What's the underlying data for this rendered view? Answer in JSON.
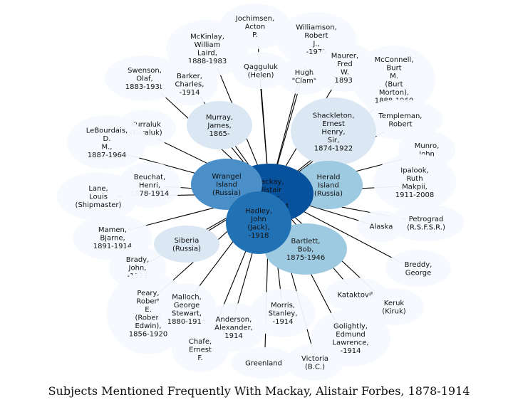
{
  "caption": "Subjects Mentioned Frequently With Mackay, Alistair Forbes, 1878-1914",
  "colors": {
    "pale": "#f5f9fe",
    "light": "#dbe8f4",
    "mid": "#9ecae1",
    "strong": "#4a8fc8",
    "deep": "#2171b5",
    "center": "#08519c",
    "edge": "#000000"
  },
  "center": {
    "id": "mackay",
    "label": [
      "Mackay,",
      "Alistair",
      "Forbes,",
      "1878-1914"
    ]
  },
  "nodes": [
    {
      "id": "jochimsen",
      "tone": "pale",
      "label": [
        "Jochimsen,",
        "Acton",
        "P."
      ]
    },
    {
      "id": "williamson",
      "tone": "pale",
      "label": [
        "Williamson,",
        "Robert",
        "J.,",
        "-1975"
      ]
    },
    {
      "id": "mckinlay",
      "tone": "pale",
      "label": [
        "McKinlay,",
        "William",
        "Laird,",
        "1888-1983"
      ]
    },
    {
      "id": "qagguluk",
      "tone": "pale",
      "label": [
        "Qagguluk",
        "(Helen)"
      ]
    },
    {
      "id": "hugh",
      "tone": "pale",
      "label": [
        "Hugh",
        "\"Clam\""
      ]
    },
    {
      "id": "maurer",
      "tone": "pale",
      "label": [
        "Maurer,",
        "Fred",
        "W.",
        "1893-"
      ]
    },
    {
      "id": "mcconnell",
      "tone": "pale",
      "label": [
        "McConnell,",
        "Burt",
        "M.",
        "(Burt",
        "Morton),",
        "1888-1960"
      ]
    },
    {
      "id": "swenson",
      "tone": "pale",
      "label": [
        "Swenson,",
        "Olaf,",
        "1883-1938"
      ]
    },
    {
      "id": "barker",
      "tone": "pale",
      "label": [
        "Barker,",
        "Charles,",
        "-1914"
      ]
    },
    {
      "id": "murray",
      "tone": "light",
      "label": [
        "Murray,",
        "James,",
        "1865-"
      ]
    },
    {
      "id": "shackleton",
      "tone": "light",
      "label": [
        "Shackleton,",
        "Ernest",
        "Henry,",
        "Sir,",
        "1874-1922"
      ]
    },
    {
      "id": "templeman",
      "tone": "pale",
      "label": [
        "Templeman,",
        "Robert"
      ]
    },
    {
      "id": "kurraluk",
      "tone": "pale",
      "label": [
        "Kurraluk",
        "(Kuraluk)"
      ]
    },
    {
      "id": "lebourdais",
      "tone": "pale",
      "label": [
        "LeBourdais,",
        "D.",
        "M.,",
        "1887-1964"
      ]
    },
    {
      "id": "munro",
      "tone": "pale",
      "label": [
        "Munro,",
        "John"
      ]
    },
    {
      "id": "wrangel",
      "tone": "strong",
      "label": [
        "Wrangel",
        "Island",
        "(Russia)"
      ]
    },
    {
      "id": "herald",
      "tone": "mid",
      "label": [
        "Herald",
        "Island",
        "(Russia)"
      ]
    },
    {
      "id": "beuchat",
      "tone": "pale",
      "label": [
        "Beuchat,",
        "Henri,",
        "1878-1914"
      ]
    },
    {
      "id": "ipalook",
      "tone": "pale",
      "label": [
        "Ipalook,",
        "Ruth",
        "Makpii,",
        "1911-2008"
      ]
    },
    {
      "id": "lane",
      "tone": "pale",
      "label": [
        "Lane,",
        "Louis",
        "(Shipmaster)"
      ]
    },
    {
      "id": "hadley",
      "tone": "deep",
      "label": [
        "Hadley,",
        "John",
        "(Jack),",
        "-1918"
      ]
    },
    {
      "id": "petrograd",
      "tone": "pale",
      "label": [
        "Petrograd",
        "(R.S.F.S.R.)"
      ]
    },
    {
      "id": "alaska",
      "tone": "pale",
      "label": [
        "Alaska"
      ]
    },
    {
      "id": "mamen",
      "tone": "pale",
      "label": [
        "Mamen,",
        "Bjarne,",
        "1891-1914"
      ]
    },
    {
      "id": "siberia",
      "tone": "light",
      "label": [
        "Siberia",
        "(Russia)"
      ]
    },
    {
      "id": "bartlett",
      "tone": "mid",
      "label": [
        "Bartlett,",
        "Bob,",
        "1875-1946"
      ]
    },
    {
      "id": "brady",
      "tone": "pale",
      "label": [
        "Brady,",
        "John,",
        "-1923"
      ]
    },
    {
      "id": "breddy",
      "tone": "pale",
      "label": [
        "Breddy,",
        "George"
      ]
    },
    {
      "id": "peary",
      "tone": "pale",
      "label": [
        "Peary,",
        "Robert",
        "E.",
        "(Robert",
        "Edwin),",
        "1856-1920"
      ]
    },
    {
      "id": "malloch",
      "tone": "pale",
      "label": [
        "Malloch,",
        "George",
        "Stewart,",
        "1880-1914"
      ]
    },
    {
      "id": "kataktovik",
      "tone": "pale",
      "label": [
        "Kataktovik"
      ]
    },
    {
      "id": "keruk",
      "tone": "pale",
      "label": [
        "Keruk",
        "(Kiruk)"
      ]
    },
    {
      "id": "anderson",
      "tone": "pale",
      "label": [
        "Anderson,",
        "Alexander,",
        "1914"
      ]
    },
    {
      "id": "morris",
      "tone": "pale",
      "label": [
        "Morris,",
        "Stanley,",
        "-1914"
      ]
    },
    {
      "id": "golightly",
      "tone": "pale",
      "label": [
        "Golightly,",
        "Edmund",
        "Lawrence,",
        "-1914"
      ]
    },
    {
      "id": "chafe",
      "tone": "pale",
      "label": [
        "Chafe,",
        "Ernest",
        "F."
      ]
    },
    {
      "id": "greenland",
      "tone": "pale",
      "label": [
        "Greenland"
      ]
    },
    {
      "id": "victoria",
      "tone": "pale",
      "label": [
        "Victoria",
        "(B.C.)"
      ]
    }
  ]
}
